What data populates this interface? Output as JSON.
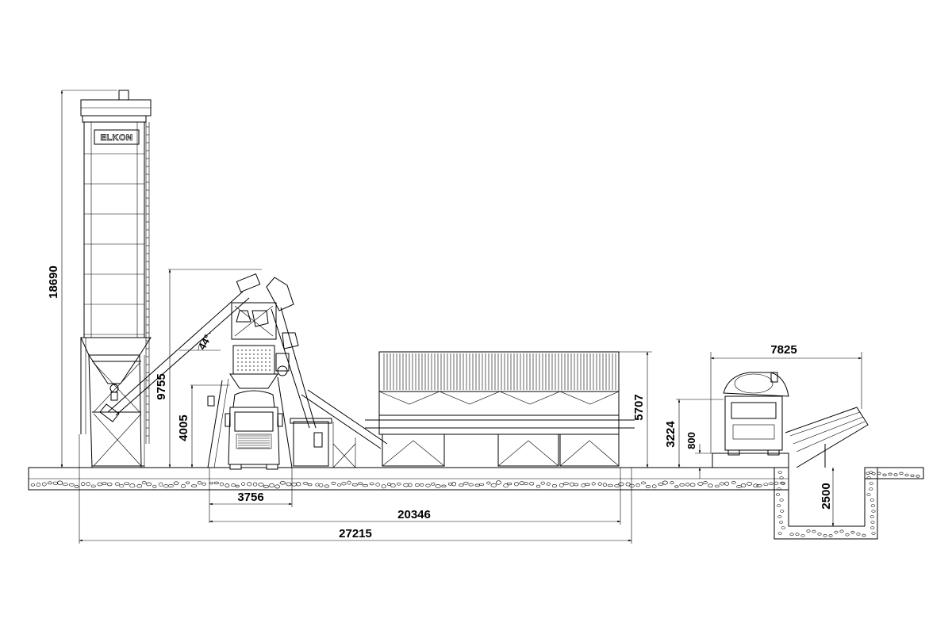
{
  "brand": {
    "silo_logo": "ELKON"
  },
  "dimensions": {
    "silo_height": "18690",
    "mixer_structure_height": "9755",
    "discharge_height": "4005",
    "conveyor_angle": "44°",
    "truck_width": "3756",
    "plant_length": "20346",
    "overall_length": "27215",
    "aggregate_bin_height": "5707",
    "loading_ramp_length": "7825",
    "ramp_height": "3224",
    "ramp_base_height": "800",
    "pit_depth": "2500"
  },
  "colors": {
    "line": "#000000",
    "background": "#ffffff"
  }
}
